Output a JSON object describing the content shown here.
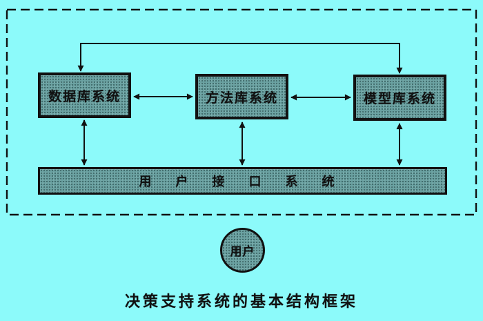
{
  "diagram": {
    "title_caption": "决策支持系统的基本结构框架",
    "colors": {
      "background": "#8CFAFA",
      "box_fill": "#6BA2A2",
      "ink": "#111111"
    },
    "boxes": [
      {
        "id": "database-system",
        "label": "数据库系统"
      },
      {
        "id": "method-library-system",
        "label": "方法库系统"
      },
      {
        "id": "model-library-system",
        "label": "模型库系统"
      }
    ],
    "interface_bar": {
      "label": "用户接口系统"
    },
    "user_circle": {
      "label": "用户"
    },
    "connectors": [
      "top-link-database-to-model (arrow both ends down into boxes)",
      "database-method horizontal double arrow",
      "method-model horizontal double arrow",
      "database-interface vertical double arrow",
      "method-interface vertical double arrow",
      "model-interface vertical double arrow"
    ]
  }
}
